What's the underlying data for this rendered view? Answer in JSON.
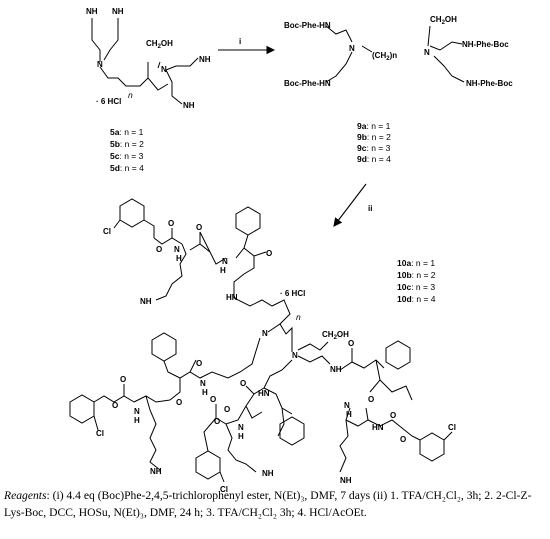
{
  "labels": {
    "nh2": "NH",
    "nh2_sub": "2",
    "oh": "CH",
    "oh_sub": "2",
    "oh_tail": "OH",
    "n": "N",
    "hcl6": "· 6 HCl",
    "boc_phe_hn": "Boc-Phe-HN",
    "nh_phe_boc": "NH-Phe-Boc",
    "ch2n": "(CH",
    "ch2n_tail": ")n",
    "cl": "Cl",
    "nh": "NH",
    "hn": "HN",
    "h": "H",
    "n_letter": "N",
    "o": "O",
    "ch2oh": "CH",
    "n_small": "n"
  },
  "steps": {
    "step1": "i",
    "step2": "ii"
  },
  "compounds": {
    "series5": [
      {
        "id": "5a",
        "n": "n = 1"
      },
      {
        "id": "5b",
        "n": "n = 2"
      },
      {
        "id": "5c",
        "n": "n = 3"
      },
      {
        "id": "5d",
        "n": "n = 4"
      }
    ],
    "series9": [
      {
        "id": "9a",
        "n": "n = 1"
      },
      {
        "id": "9b",
        "n": "n = 2"
      },
      {
        "id": "9c",
        "n": "n = 3"
      },
      {
        "id": "9d",
        "n": "n = 4"
      }
    ],
    "series10": [
      {
        "id": "10a",
        "n": "n = 1"
      },
      {
        "id": "10b",
        "n": "n = 2"
      },
      {
        "id": "10c",
        "n": "n = 3"
      },
      {
        "id": "10d",
        "n": "n = 4"
      }
    ]
  },
  "caption": {
    "label": "Reagents",
    "text": ": (i) 4.4 eq (Boc)Phe-2,4,5-trichlorophenyl ester, N(Et)₃, DMF, 7 days (ii) 1. TFA/CH₂Cl₂, 3h; 2. 2-Cl-Z-Lys-Boc, DCC, HOSu, N(Et)₃, DMF, 24 h; 3. TFA/CH₂Cl₂ 3h; 4. HCl/AcOEt."
  }
}
